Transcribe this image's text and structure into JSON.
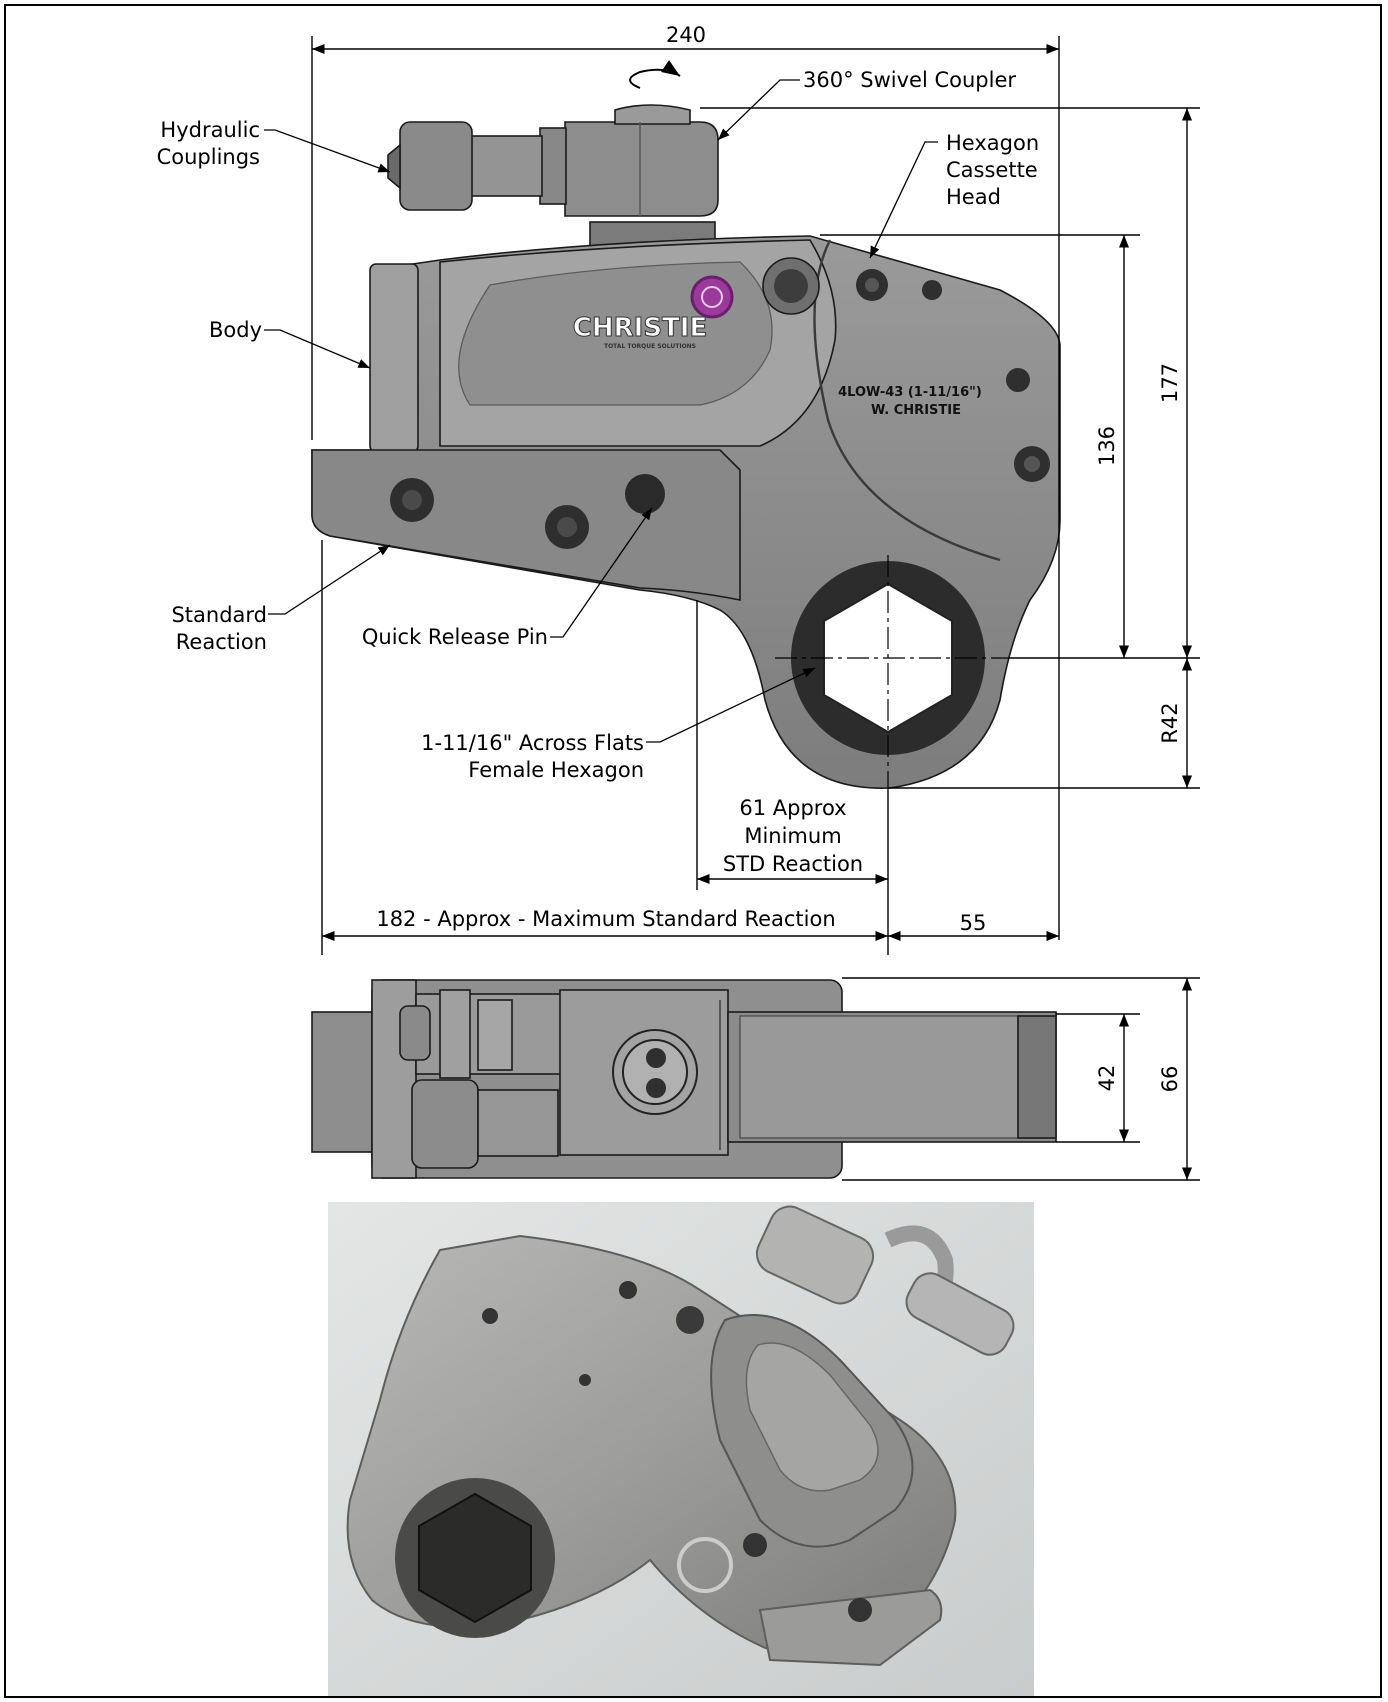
{
  "dimensions": {
    "overall_width": "240",
    "height_to_coupler": "177",
    "height_to_head": "136",
    "nose_radius": "R42",
    "min_reaction": [
      "61 Approx",
      "Minimum",
      "STD Reaction"
    ],
    "max_reaction": "182 - Approx - Maximum Standard Reaction",
    "center_to_front": "55",
    "cassette_width": "42",
    "overall_thickness": "66"
  },
  "callouts": {
    "swivel": "360° Swivel Coupler",
    "hydraulic": [
      "Hydraulic",
      "Couplings"
    ],
    "hex_head": [
      "Hexagon",
      "Cassette",
      "Head"
    ],
    "body": "Body",
    "standard_reaction": [
      "Standard",
      "Reaction"
    ],
    "quick_release": "Quick Release Pin",
    "across_flats": [
      "1-11/16\" Across Flats",
      "Female Hexagon"
    ]
  },
  "brand": {
    "logo_text": "CHRISTIE",
    "logo_tagline": "TOTAL TORQUE SOLUTIONS",
    "model_line1": "4LOW-43 (1-11/16\")",
    "model_line2": "W. CHRISTIE",
    "logo_color": "#8a1f8a"
  },
  "colors": {
    "steel": "#8c8c8c",
    "steel_dark": "#6f6f6f",
    "steel_light": "#a9a9a9",
    "hex_ring": "#3a3a3a"
  }
}
